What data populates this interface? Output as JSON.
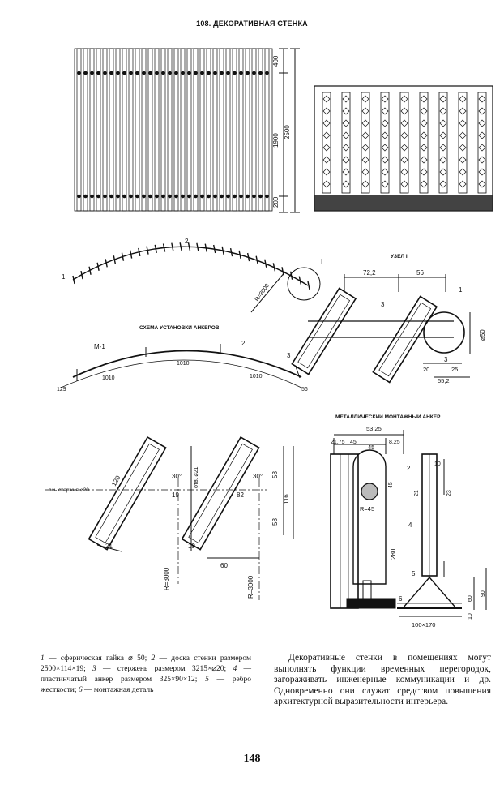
{
  "header": {
    "title": "108. ДЕКОРАТИВНАЯ СТЕНКА"
  },
  "top_elevation": {
    "dims": [
      "400",
      "2500",
      "1900",
      "200"
    ]
  },
  "plan": {
    "labels": {
      "n1": "1",
      "n2": "2",
      "uzel": "I",
      "radius": "R=3000"
    }
  },
  "anchor_scheme": {
    "title": "СХЕМА УСТАНОВКИ АНКЕРОВ",
    "labels": [
      "М-1",
      "2",
      "3"
    ],
    "dims": [
      "129",
      "1010",
      "1010",
      "1010",
      "56"
    ]
  },
  "node": {
    "title": "УЗЕЛ I",
    "dims": [
      "72,2",
      "56",
      "1",
      "3",
      "⌀50",
      "3",
      "20",
      "25",
      "55,2"
    ]
  },
  "axis_detail": {
    "axis_label": "ось стержня ⌀20",
    "dims": [
      "120",
      "30°",
      "отв. ⌀21",
      "30°",
      "58",
      "116",
      "58",
      "19",
      "82",
      "21",
      "19",
      "60",
      "R=3000",
      "R=3000"
    ]
  },
  "anchor": {
    "title": "МЕТАЛЛИЧЕСКИЙ МОНТАЖНЫЙ АНКЕР",
    "dims": [
      "53,25",
      "21,75",
      "45",
      "45",
      "8,25",
      "2",
      "10",
      "45",
      "21",
      "23",
      "R=45",
      "4",
      "280",
      "5",
      "6",
      "60",
      "90",
      "10",
      "100×170"
    ]
  },
  "caption_left": {
    "items": [
      {
        "n": "1",
        "text": " — сферическая гайка ⌀ 50; "
      },
      {
        "n": "2",
        "text": " — доска стенки размером 2500×114×19; "
      },
      {
        "n": "3",
        "text": " — стержень размером 3215×⌀20; "
      },
      {
        "n": "4",
        "text": " — пластинчатый анкер размером 325×90×12; "
      },
      {
        "n": "5",
        "text": " — ребро жесткости; "
      },
      {
        "n": "6",
        "text": " — монтажная деталь"
      }
    ]
  },
  "caption_right": "Декоративные стенки в помещениях могут выполнять функции временных перегородок, загораживать инженерные коммуникации и др. Одновременно они служат средством повышения архитектурной выразительности интерьера.",
  "page_number": "148"
}
